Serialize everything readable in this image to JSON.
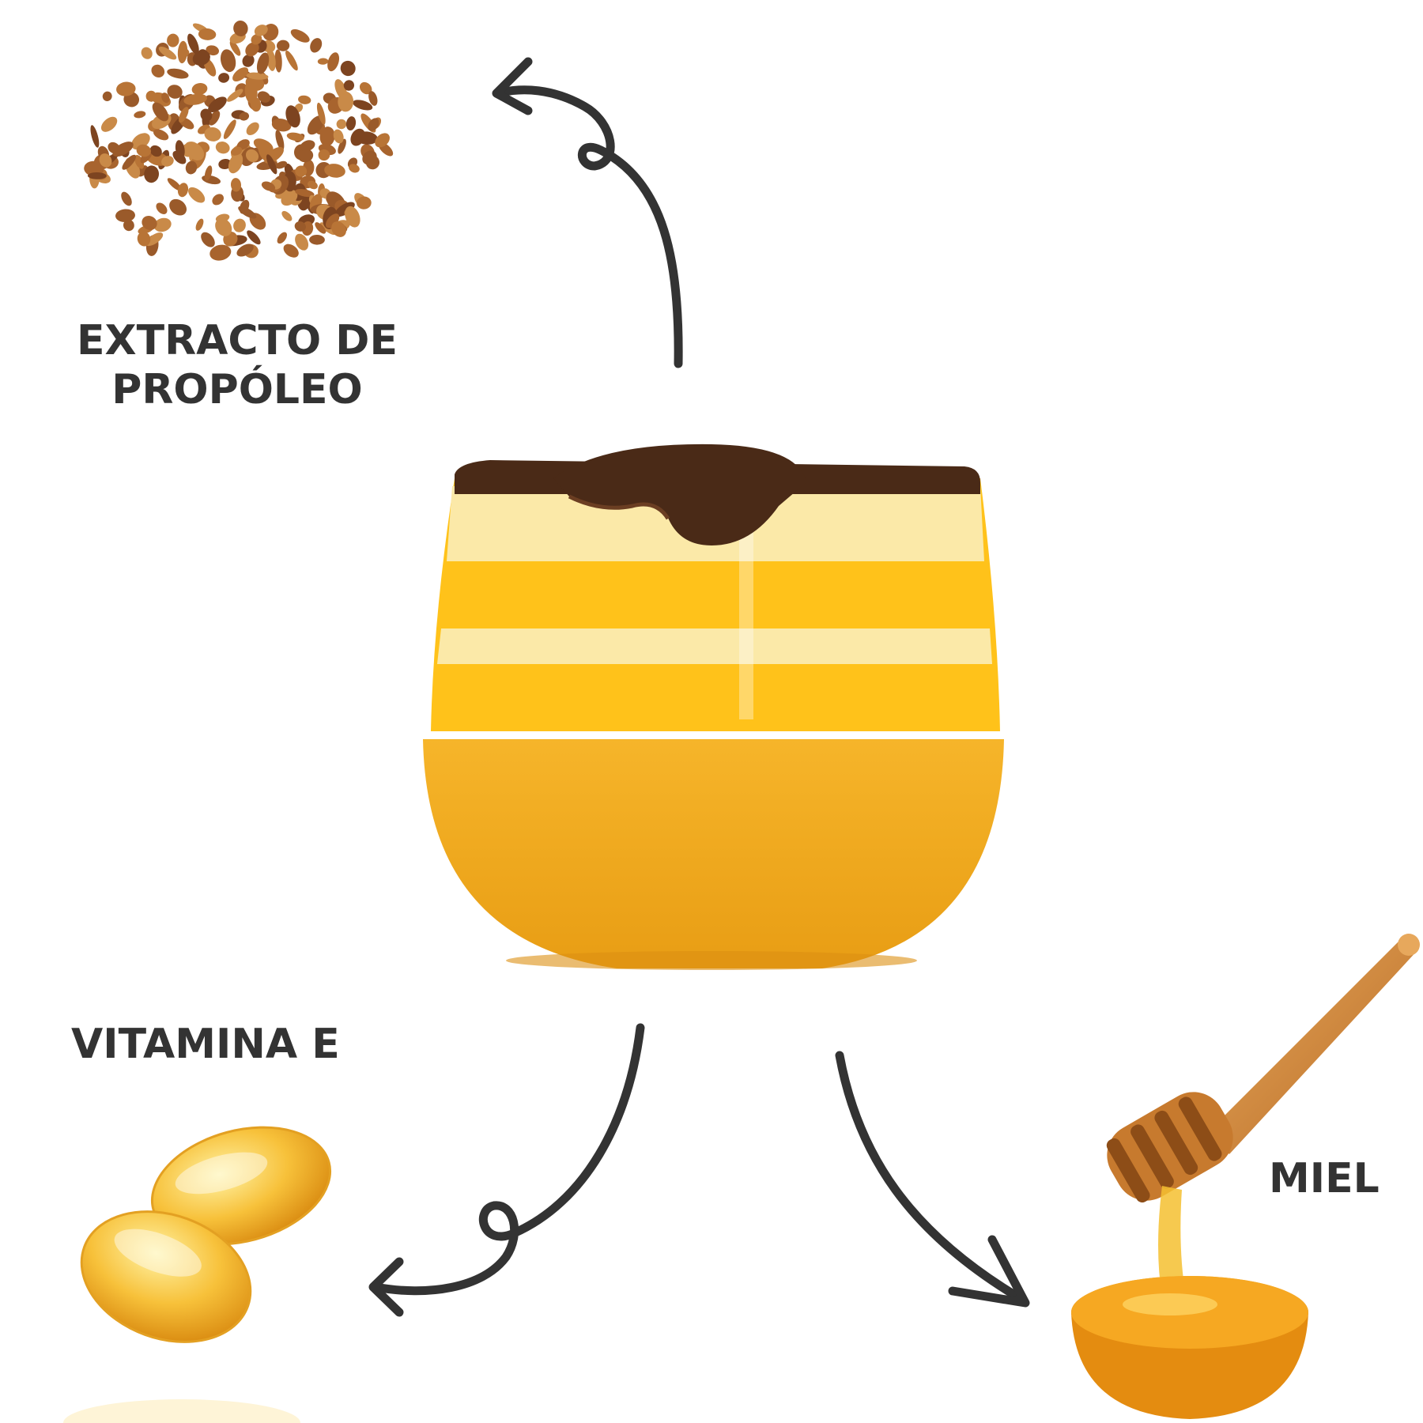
{
  "labels": {
    "propoleo_line1": "EXTRACTO DE",
    "propoleo_line2": "PROPÓLEO",
    "vitamina": "VITAMINA E",
    "miel": "MIEL"
  },
  "colors": {
    "text": "#333333",
    "arrow": "#333333",
    "lid_dark": "#4a2a17",
    "jar_yellow": "#ffc21a",
    "jar_cream": "#fbe9a8",
    "jar_base": "#f2a91c",
    "honey": "#f4a11d",
    "propolis": "#9a5a2a"
  },
  "icons": {
    "product": "lip-balm-jar-icon",
    "propolis": "propolis-granules-icon",
    "vitamin": "vitamin-e-capsules-icon",
    "honey": "honey-dipper-bowl-icon"
  }
}
